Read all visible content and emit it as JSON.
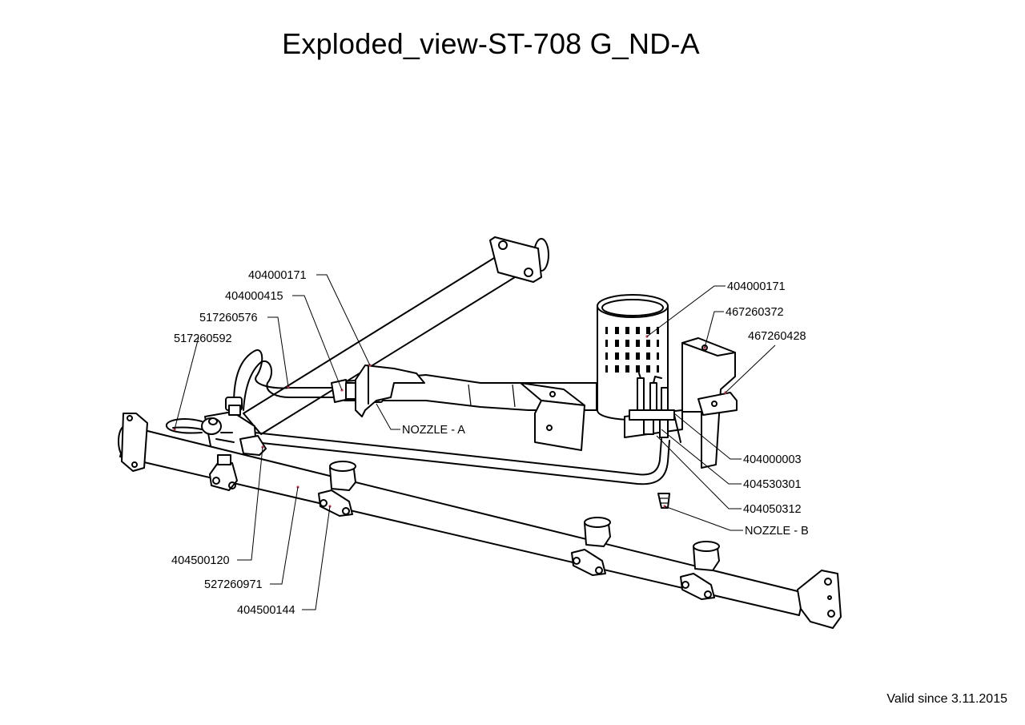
{
  "title": "Exploded_view-ST-708 G_ND-A",
  "valid_note": "Valid since 3.11.2015",
  "part_labels": {
    "pipe_nut_top": "404000171",
    "nut_left": "404000415",
    "gas_pipe_a": "517260576",
    "gas_pipe_b": "517260592",
    "nozzle_a": "NOZZLE - A",
    "burner_nut": "404000171",
    "bracket_top": "467260372",
    "bracket_right": "467260428",
    "electrode": "404000003",
    "thermocouple": "404530301",
    "pilot": "404050312",
    "nozzle_b": "NOZZLE - B",
    "valve": "404500120",
    "main_tube": "527260971",
    "clamp": "404500144"
  }
}
